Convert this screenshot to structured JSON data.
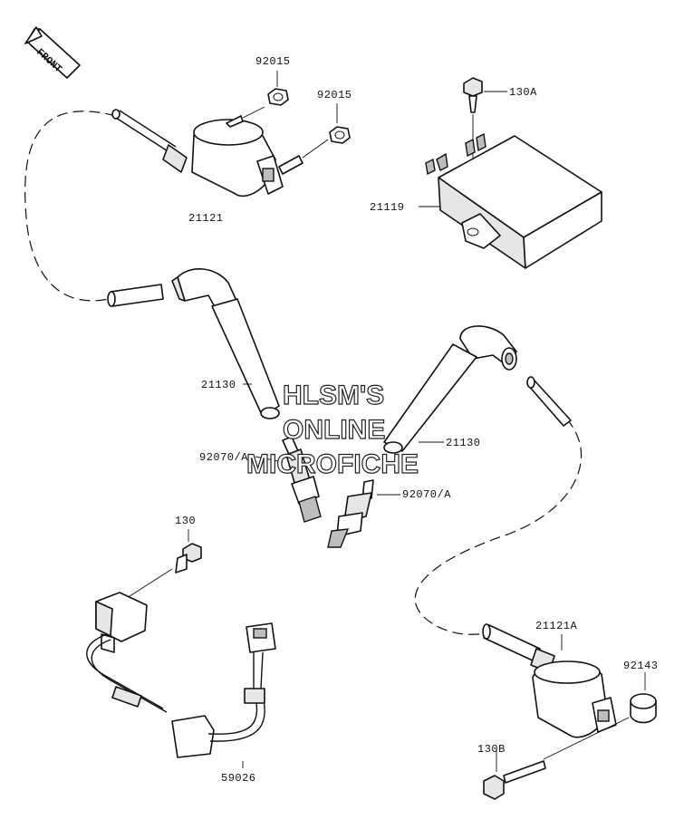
{
  "front_arrow": {
    "label": "FRONT"
  },
  "watermark": {
    "line1": "HLSM'S",
    "line2": "ONLINE",
    "line3": "MICROFICHE"
  },
  "parts": {
    "p92015_a": "92015",
    "p92015_b": "92015",
    "p130a": "130A",
    "p21121": "21121",
    "p21119": "21119",
    "p21130_left": "21130",
    "p21130_right": "21130",
    "p92070_left": "92070/A",
    "p92070_right": "92070/A",
    "p130": "130",
    "p21121a": "21121A",
    "p92143": "92143",
    "p130b": "130B",
    "p59026": "59026"
  }
}
